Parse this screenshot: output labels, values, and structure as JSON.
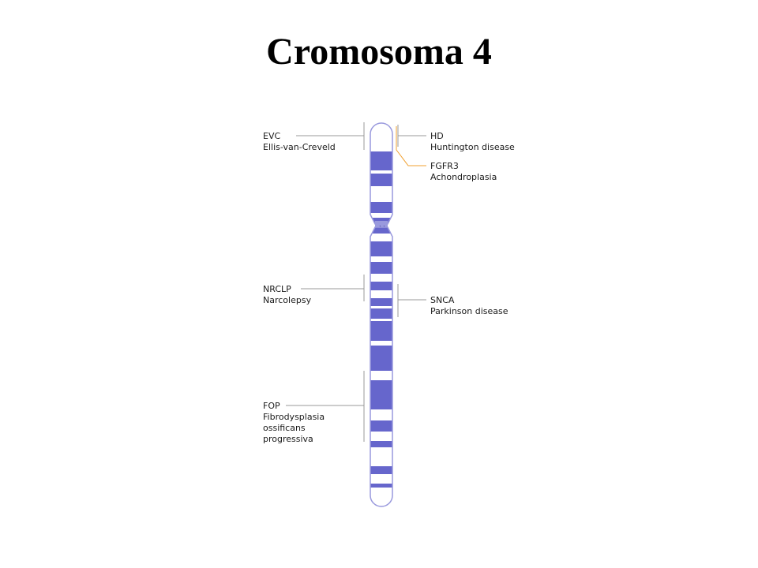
{
  "title": "Cromosoma 4",
  "colors": {
    "chromosome_band": "#6666cc",
    "chromosome_light": "#ffffff",
    "outline": "#9999dd",
    "leader_gray": "#999999",
    "leader_orange": "#f0a030"
  },
  "left_genes": [
    {
      "id": "evc",
      "symbol": "EVC",
      "lines": [
        "Ellis-van-Creveld"
      ]
    },
    {
      "id": "nrclp",
      "symbol": "NRCLP",
      "lines": [
        "Narcolepsy"
      ]
    },
    {
      "id": "fop",
      "symbol": "FOP",
      "lines": [
        "Fibrodysplasia",
        "ossificans",
        "progressiva"
      ]
    }
  ],
  "right_genes": [
    {
      "id": "hd",
      "symbol": "HD",
      "lines": [
        "Huntington disease"
      ]
    },
    {
      "id": "fgfr3",
      "symbol": "FGFR3",
      "lines": [
        "Achondroplasia"
      ]
    },
    {
      "id": "snca",
      "symbol": "SNCA",
      "lines": [
        "Parkinson disease"
      ]
    }
  ]
}
